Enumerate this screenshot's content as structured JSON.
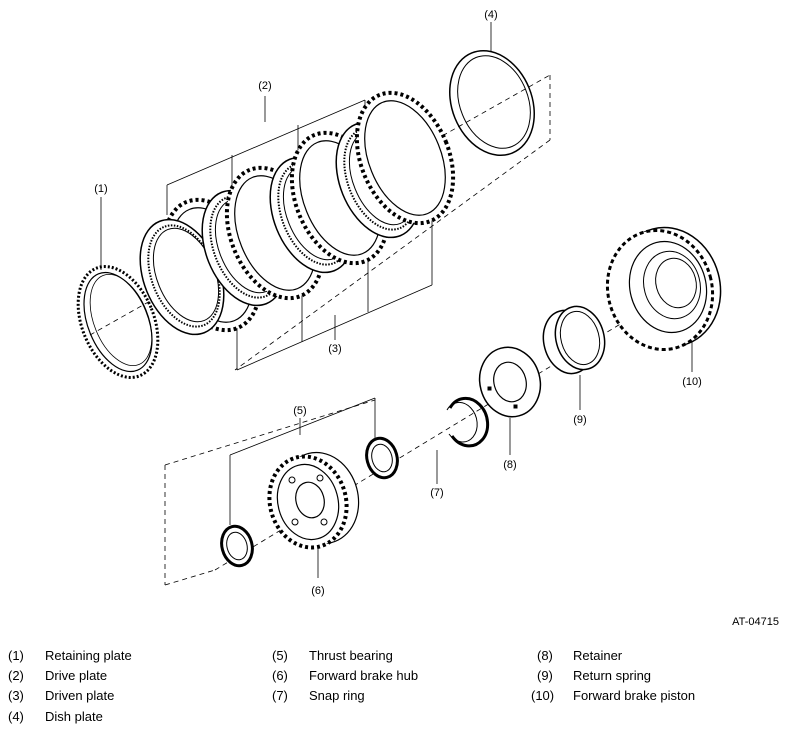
{
  "figure_id": "AT-04715",
  "callouts": {
    "c1": "(1)",
    "c2": "(2)",
    "c3": "(3)",
    "c4": "(4)",
    "c5": "(5)",
    "c6": "(6)",
    "c7": "(7)",
    "c8": "(8)",
    "c9": "(9)",
    "c10": "(10)"
  },
  "legend": [
    {
      "num": "(1)",
      "label": "Retaining plate"
    },
    {
      "num": "(2)",
      "label": "Drive plate"
    },
    {
      "num": "(3)",
      "label": "Driven plate"
    },
    {
      "num": "(4)",
      "label": "Dish plate"
    },
    {
      "num": "(5)",
      "label": "Thrust bearing"
    },
    {
      "num": "(6)",
      "label": "Forward brake hub"
    },
    {
      "num": "(7)",
      "label": "Snap ring"
    },
    {
      "num": "(8)",
      "label": "Retainer"
    },
    {
      "num": "(9)",
      "label": "Return spring"
    },
    {
      "num": "(10)",
      "label": "Forward brake piston"
    }
  ]
}
